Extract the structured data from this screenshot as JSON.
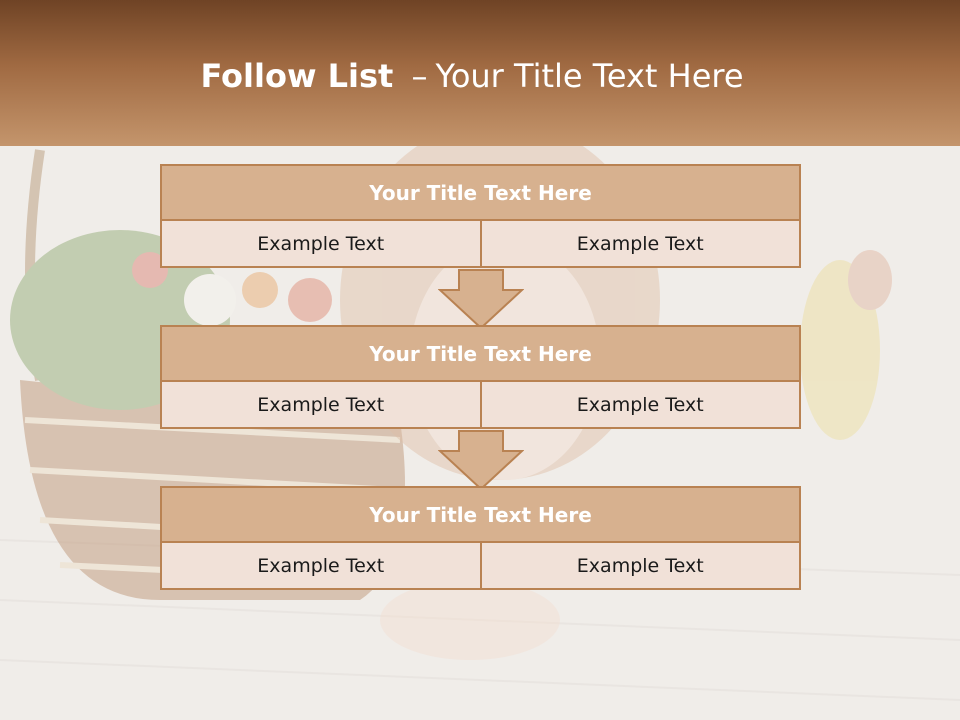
{
  "header": {
    "title_bold": "Follow List",
    "title_sep": "–",
    "title_rest": "Your Title Text Here"
  },
  "colors": {
    "header_dark": "#6f4325",
    "header_light": "#c4956c",
    "block_title_fill": "#d7b18f",
    "block_border": "#b98252",
    "cell_fill": "#f1e1d8"
  },
  "blocks": [
    {
      "title": "Your Title Text Here",
      "left": "Example Text",
      "right": "Example Text"
    },
    {
      "title": "Your Title Text Here",
      "left": "Example Text",
      "right": "Example Text"
    },
    {
      "title": "Your Title Text Here",
      "left": "Example Text",
      "right": "Example Text"
    }
  ],
  "icons": [
    "down-arrow-icon",
    "down-arrow-icon"
  ]
}
